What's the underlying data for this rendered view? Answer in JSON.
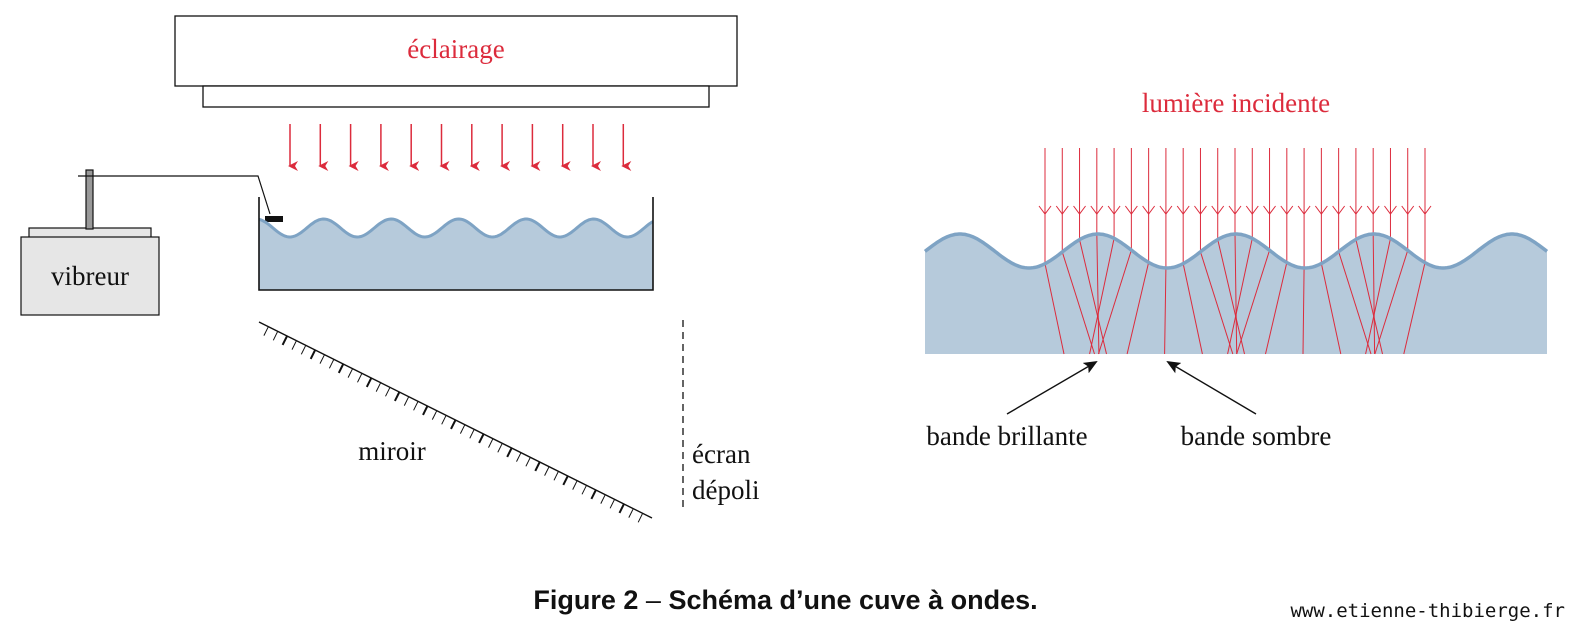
{
  "labels": {
    "eclairage": "éclairage",
    "vibreur": "vibreur",
    "miroir": "miroir",
    "ecran_line1": "écran",
    "ecran_line2": "dépoli",
    "lumiere_incidente": "lumière incidente",
    "bande_brillante": "bande brillante",
    "bande_sombre": "bande sombre"
  },
  "caption": {
    "figure": "Figure 2",
    "dash": "–",
    "text": "Schéma d’une cuve à ondes."
  },
  "site": "www.etienne-thibierge.fr",
  "colors": {
    "light": "#dc2b3c",
    "water_fill": "#b6cadb",
    "water_line": "#7ea3c4",
    "vibreur_fill": "#e6e6e6"
  },
  "icons": {
    "arrow": "arrow-down-icon",
    "mirror": "hatched-mirror-icon"
  }
}
